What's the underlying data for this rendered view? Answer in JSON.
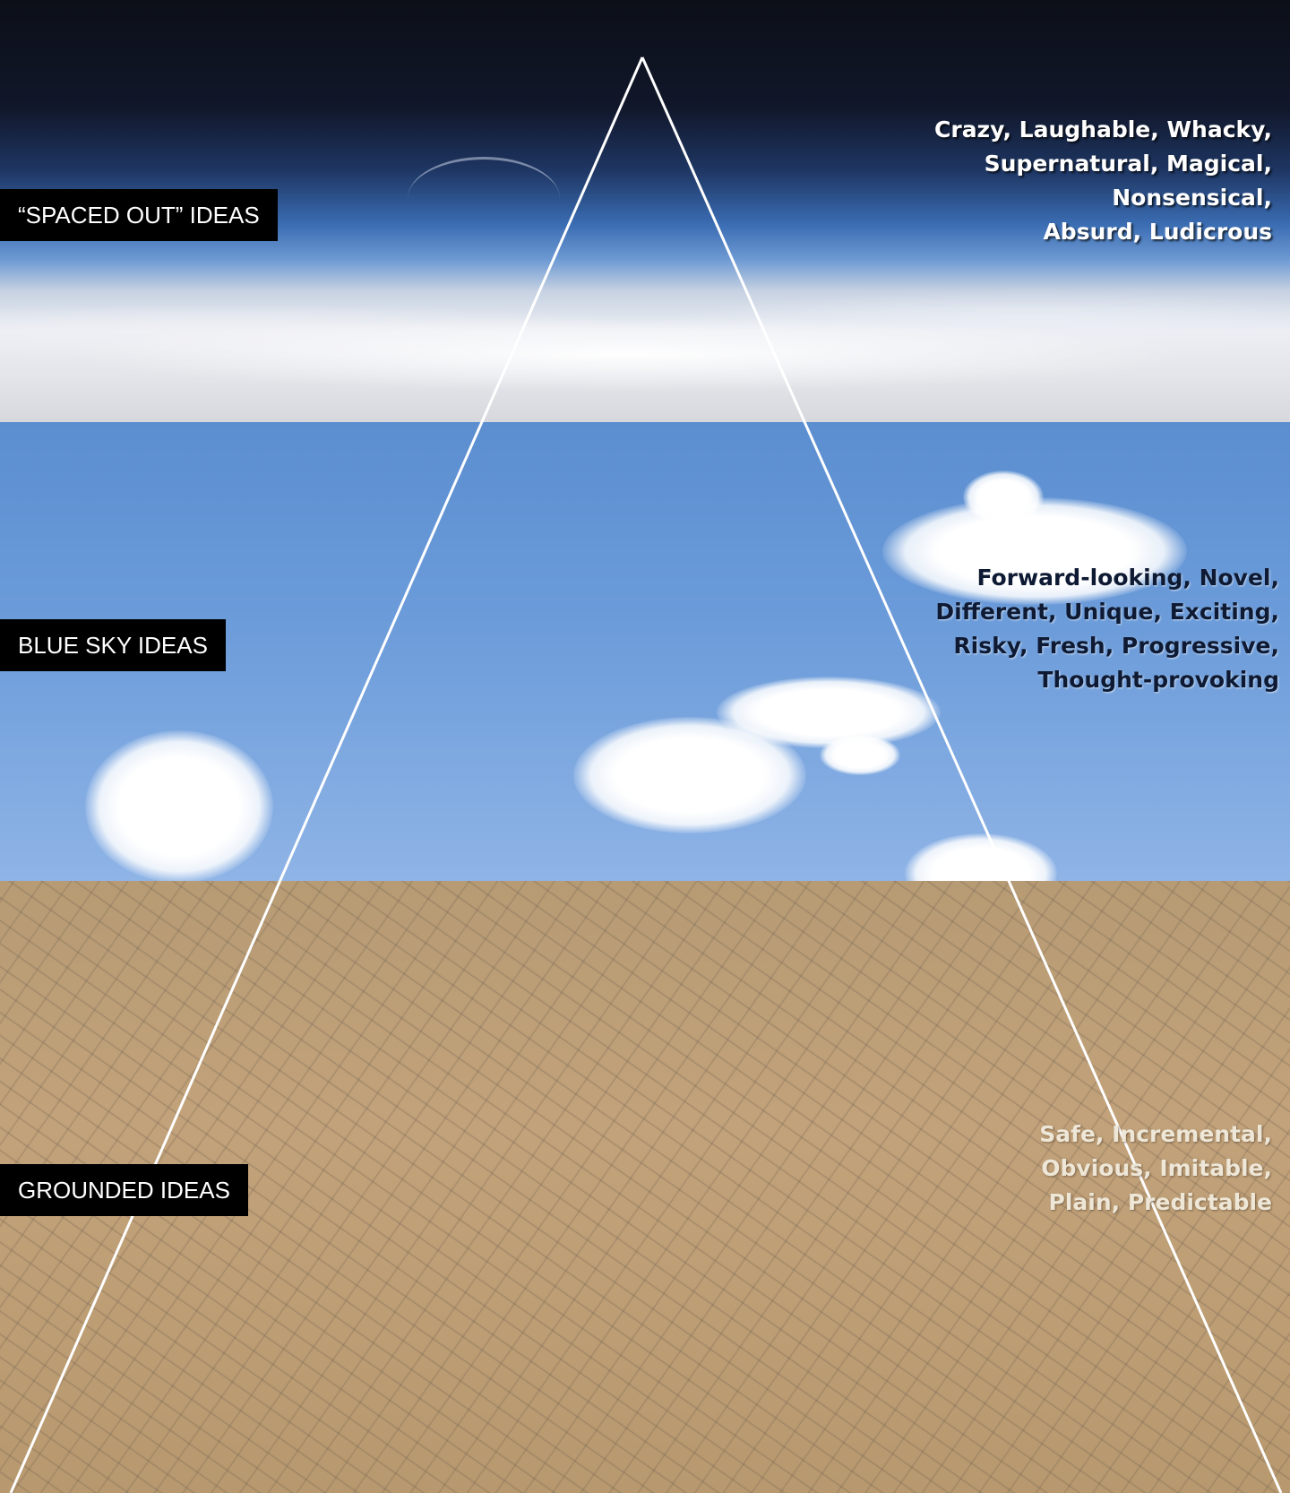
{
  "slide": {
    "sections": [
      {
        "label": "“SPACED OUT” IDEAS",
        "descriptor_lines": [
          "Crazy, Laughable, Whacky,",
          "Supernatural, Magical,",
          "Nonsensical,",
          "Absurd, Ludicrous"
        ]
      },
      {
        "label": "BLUE SKY IDEAS",
        "descriptor_lines": [
          "Forward-looking, Novel,",
          "Different, Unique, Exciting,",
          "Risky, Fresh, Progressive,",
          "Thought-provoking"
        ]
      },
      {
        "label": "GROUNDED IDEAS",
        "descriptor_lines": [
          "Safe, Incremental,",
          "Obvious, Imitable,",
          "Plain, Predictable"
        ]
      }
    ],
    "colors": {
      "label_background": "#000000",
      "label_text": "#ffffff",
      "pyramid_outline": "#ffffff"
    }
  }
}
